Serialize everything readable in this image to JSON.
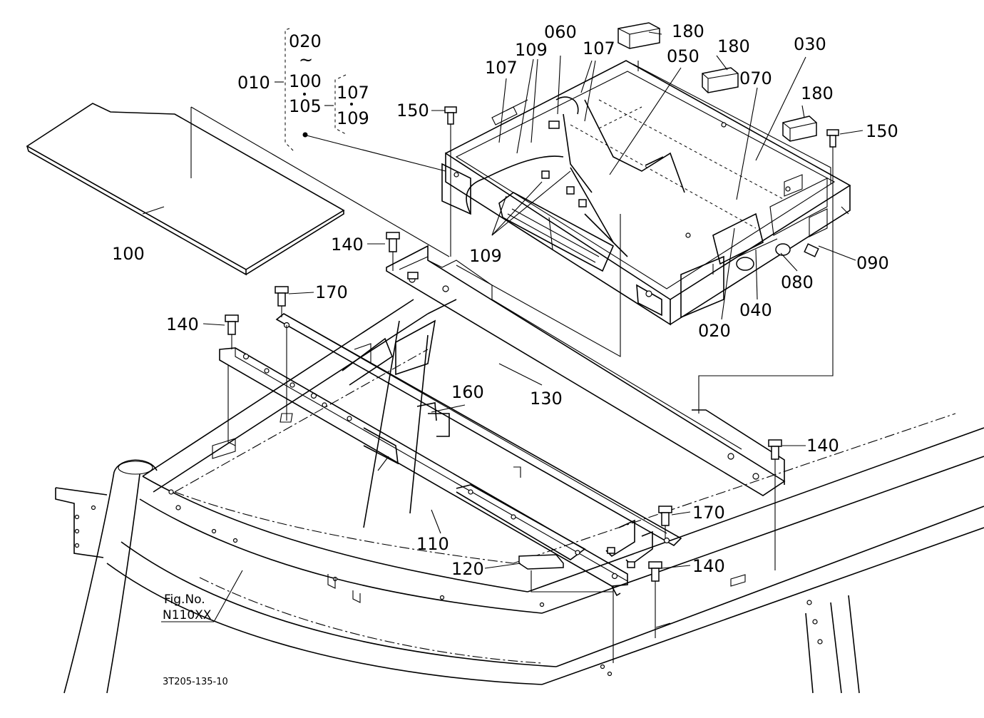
{
  "labels": {
    "p010": "010",
    "p020_top": "020",
    "tilde": "~",
    "p100_group": "100",
    "p105": "105",
    "p107_group": "107",
    "p109_group": "109",
    "p060": "060",
    "p109_a": "109",
    "p107_a": "107",
    "p107_b": "107",
    "p180_a": "180",
    "p180_b": "180",
    "p180_c": "180",
    "p050": "050",
    "p070": "070",
    "p030": "030",
    "p150_a": "150",
    "p150_b": "150",
    "p100_sheet": "100",
    "p140_a": "140",
    "p109_b": "109",
    "p090": "090",
    "p080": "080",
    "p040": "040",
    "p020": "020",
    "p170_a": "170",
    "p140_b": "140",
    "p130": "130",
    "p160": "160",
    "p140_c": "140",
    "p170_b": "170",
    "p110": "110",
    "p120": "120",
    "p140_d": "140"
  },
  "figure": {
    "fig_no_label": "Fig.No.",
    "fig_no_value": "N110XX",
    "drawing_code": "3T205-135-10"
  }
}
